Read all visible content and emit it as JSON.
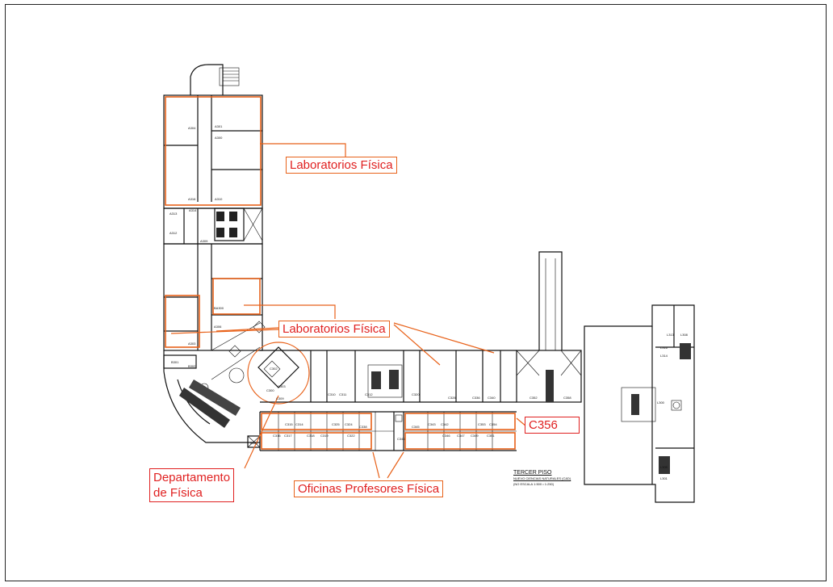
{
  "labels": {
    "lab_top": "Laboratorios Física",
    "lab_mid": "Laboratorios Física",
    "departamento_1": "Departamento",
    "departamento_2": "de Física",
    "oficinas": "Oficinas Profesores Física",
    "room_callout": "C356"
  },
  "plan_title": {
    "line1": "TERCER PISO",
    "line2": "NUEVO CIENCIAS NATURALES (C&D)",
    "line3": "(NO ESCALA 1:500 • 1:250)"
  },
  "rooms": {
    "a304": "A304",
    "a301": "A301",
    "a300": "A300",
    "a316": "A316",
    "a310": "A310",
    "a313": "A313",
    "a312": "A312",
    "a314": "A314",
    "a309": "A309",
    "ba300": "BA300",
    "a306": "A306",
    "a303": "A303",
    "b301": "B301",
    "b302": "B302",
    "b304": "B304",
    "c302": "C302",
    "c303": "C303",
    "c300": "C300",
    "c309": "C309",
    "c310": "C310",
    "c311": "C311",
    "c312": "C312",
    "c314": "C314",
    "c320": "C320",
    "c328": "C328",
    "c336": "C336",
    "c340": "C340",
    "c352": "C352",
    "c358": "C358",
    "c315": "C315",
    "c316": "C316",
    "c324": "C324",
    "c325": "C325",
    "c338": "C338",
    "c342": "C342",
    "c343": "C343",
    "c344": "C344",
    "c345": "C345",
    "c353": "C353",
    "c354": "C354",
    "c317": "C317",
    "c318": "C318",
    "c319": "C319",
    "c322": "C322",
    "c346": "C346",
    "c347": "C347",
    "c349": "C349",
    "c351": "C351",
    "l313": "L313",
    "l308": "L308",
    "l316": "L316",
    "l314": "L314",
    "l300": "L300",
    "l305": "L305",
    "l301": "L301"
  },
  "colors": {
    "highlight": "#e8621a",
    "label_text": "#e02020",
    "walls": "#111111"
  }
}
